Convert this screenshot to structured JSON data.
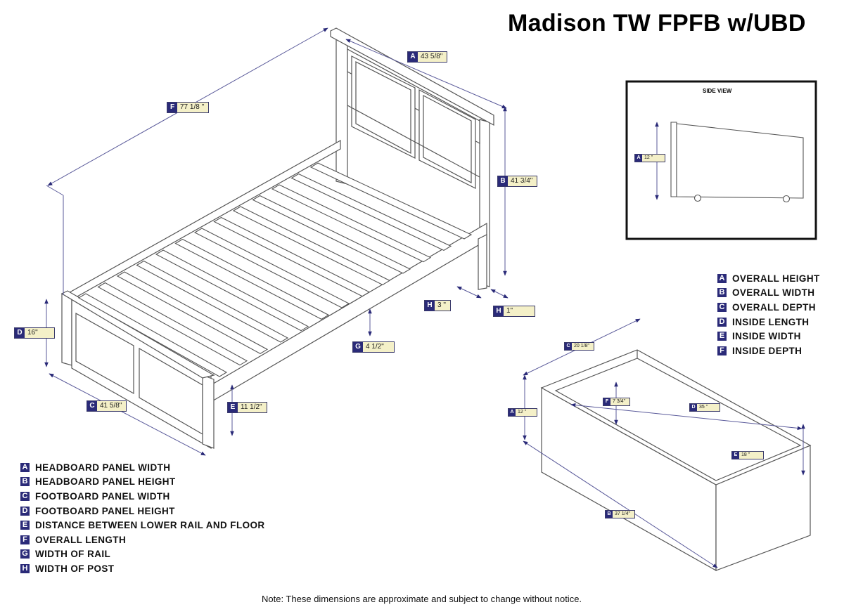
{
  "title": "Madison TW FPFB w/UBD",
  "side_view": {
    "label": "SIDE VIEW"
  },
  "bed_dimensions": {
    "a": {
      "letter": "A",
      "value": "43 5/8\""
    },
    "b": {
      "letter": "B",
      "value": "41 3/4\""
    },
    "c": {
      "letter": "C",
      "value": "41 5/8\""
    },
    "d": {
      "letter": "D",
      "value": "16\""
    },
    "e": {
      "letter": "E",
      "value": "11 1/2\""
    },
    "f": {
      "letter": "F",
      "value": "77 1/8 \""
    },
    "g": {
      "letter": "G",
      "value": "4 1/2\""
    },
    "h1": {
      "letter": "H",
      "value": "3 \""
    },
    "h2": {
      "letter": "H",
      "value": "1\""
    }
  },
  "drawer_dimensions": {
    "side_a": {
      "letter": "A",
      "value": "12 \""
    },
    "a": {
      "letter": "A",
      "value": "12 \""
    },
    "b": {
      "letter": "B",
      "value": "37 1/4\""
    },
    "c": {
      "letter": "C",
      "value": "20 1/8\""
    },
    "d": {
      "letter": "D",
      "value": "35 \""
    },
    "e": {
      "letter": "E",
      "value": "18 \""
    },
    "f": {
      "letter": "F",
      "value": "7 3/4\""
    }
  },
  "bed_legend": [
    {
      "letter": "A",
      "text": "HEADBOARD PANEL WIDTH"
    },
    {
      "letter": "B",
      "text": "HEADBOARD PANEL HEIGHT"
    },
    {
      "letter": "C",
      "text": "FOOTBOARD PANEL WIDTH"
    },
    {
      "letter": "D",
      "text": "FOOTBOARD PANEL HEIGHT"
    },
    {
      "letter": "E",
      "text": "DISTANCE BETWEEN LOWER RAIL AND FLOOR"
    },
    {
      "letter": "F",
      "text": "OVERALL LENGTH"
    },
    {
      "letter": "G",
      "text": "WIDTH OF RAIL"
    },
    {
      "letter": "H",
      "text": "WIDTH OF POST"
    }
  ],
  "drawer_legend": [
    {
      "letter": "A",
      "text": "OVERALL HEIGHT"
    },
    {
      "letter": "B",
      "text": "OVERALL WIDTH"
    },
    {
      "letter": "C",
      "text": "OVERALL DEPTH"
    },
    {
      "letter": "D",
      "text": "INSIDE LENGTH"
    },
    {
      "letter": "E",
      "text": "INSIDE WIDTH"
    },
    {
      "letter": "F",
      "text": "INSIDE DEPTH"
    }
  ],
  "note": "Note: These dimensions are approximate and subject to change without notice.",
  "colors": {
    "badge": "#2a2a78",
    "tag_fill": "#f4f0c8",
    "dim_line": "#5a5a9a",
    "line": "#555555"
  }
}
